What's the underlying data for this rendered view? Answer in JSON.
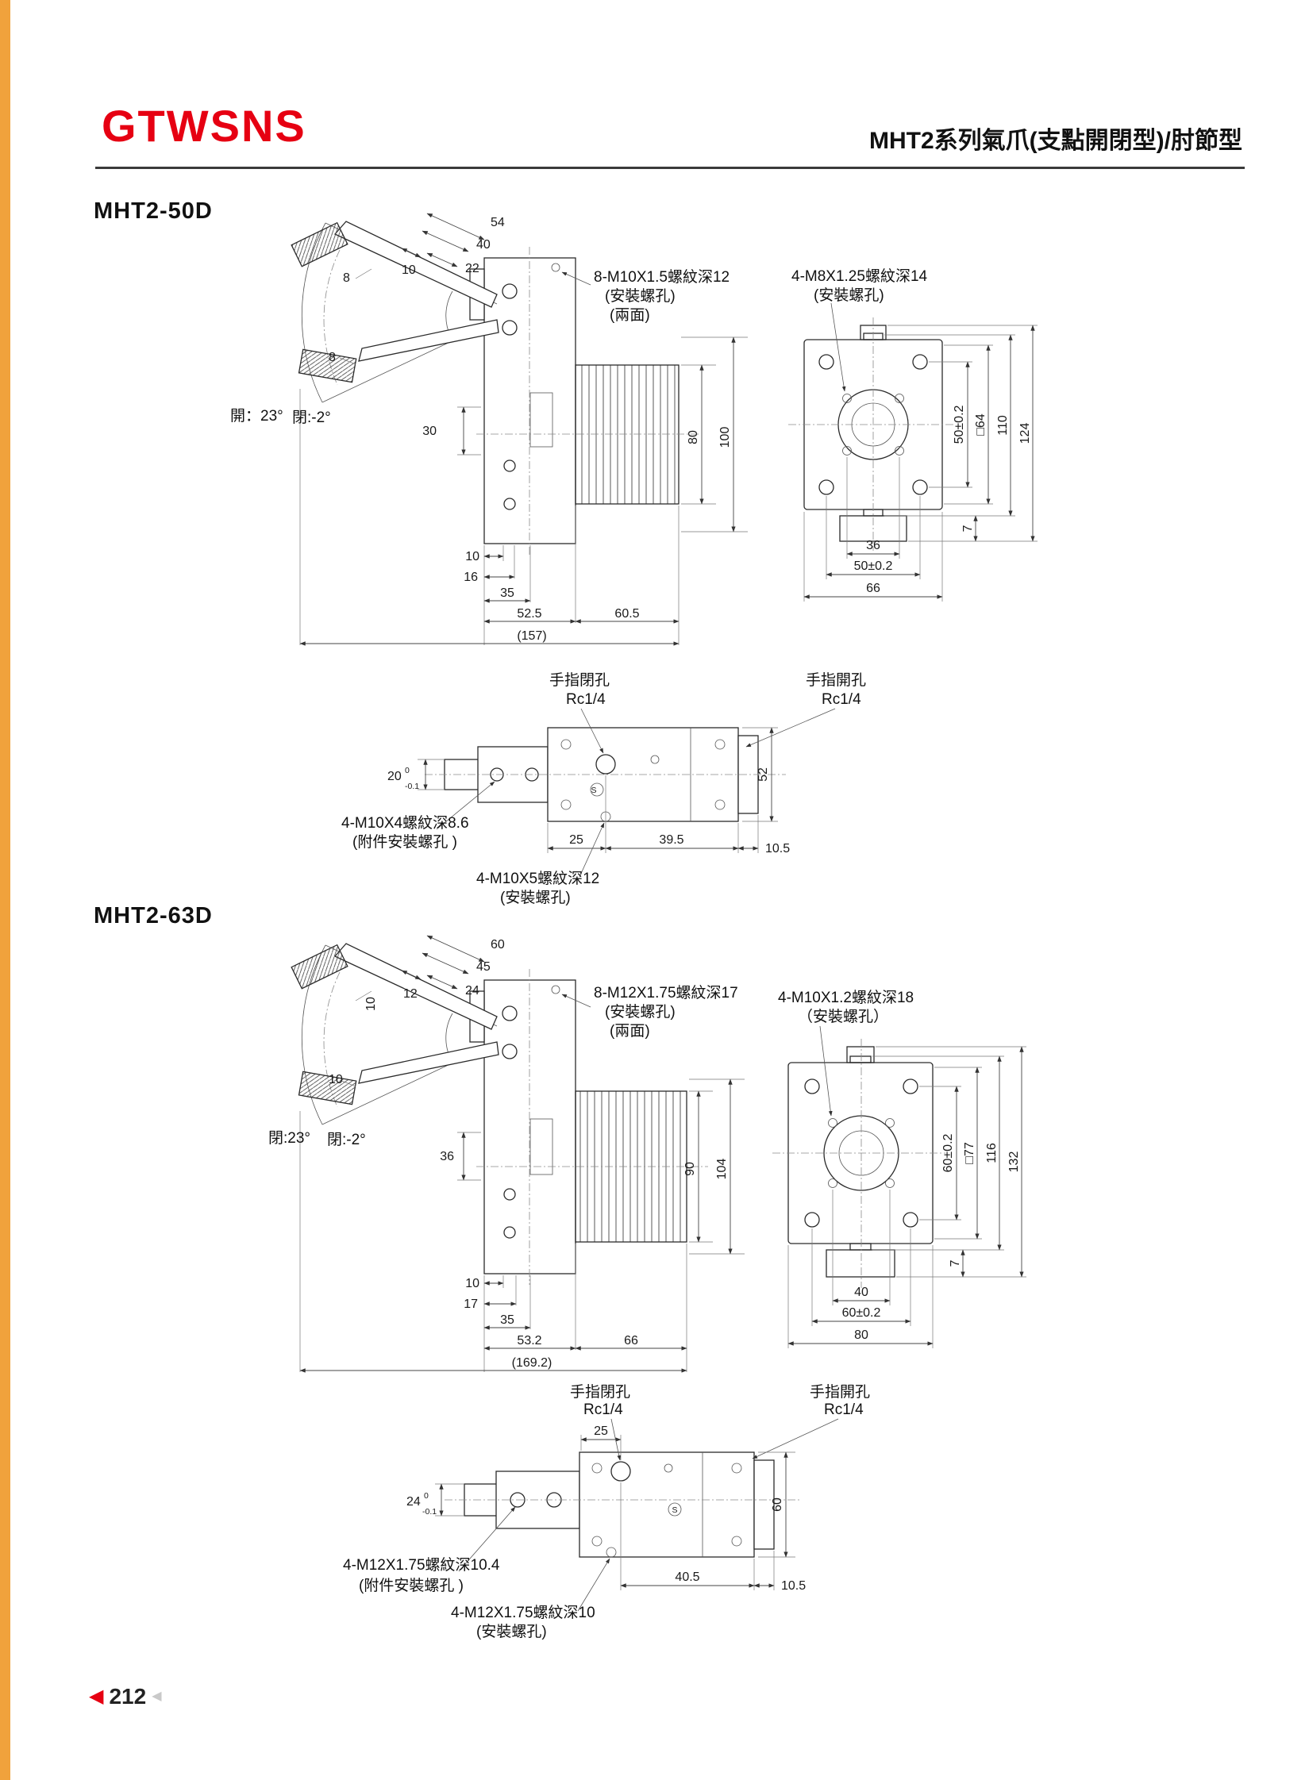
{
  "page": {
    "logo": "GTWSNS",
    "title": "MHT2系列氣爪(支點開閉型)/肘節型",
    "page_number": "212",
    "footer_arrow": "◀"
  },
  "m50": {
    "heading": "MHT2-50D",
    "front": {
      "d54": "54",
      "d40": "40",
      "d22": "22",
      "d10": "10",
      "d8a": "8",
      "d8b": "8",
      "angle_open": "開：23°",
      "angle_close": "閉:-2°",
      "d30": "30",
      "d80": "80",
      "d100": "100",
      "d10b": "10",
      "d16": "16",
      "d35": "35",
      "d52_5": "52.5",
      "d60_5": "60.5",
      "d157": "(157)",
      "note1": "8-M10X1.5螺紋深12",
      "note2": "(安裝螺孔)",
      "note3": "(兩面)"
    },
    "side": {
      "note1": "4-M8X1.25螺紋深14",
      "note2": "(安裝螺孔)",
      "d50v": "50±0.2",
      "d64": "□64",
      "d110": "110",
      "d124": "124",
      "d7": "7",
      "d36": "36",
      "d50h": "50±0.2",
      "d66": "66"
    },
    "top": {
      "port_close": "手指閉孔",
      "port_close_size": "Rc1/4",
      "port_open": "手指開孔",
      "port_open_size": "Rc1/4",
      "tol_main": "20",
      "tol_sup": "0",
      "tol_sub": "-0.1",
      "d52": "52",
      "d25": "25",
      "d39_5": "39.5",
      "d10_5": "10.5",
      "s_mark": "S",
      "note1": "4-M10X4螺紋深8.6",
      "note1b": "(附件安裝螺孔 )",
      "note2": "4-M10X5螺紋深12",
      "note2b": "(安裝螺孔)"
    }
  },
  "m63": {
    "heading": "MHT2-63D",
    "front": {
      "d60": "60",
      "d45": "45",
      "d24": "24",
      "d12": "12",
      "d10a": "10",
      "d10b": "10",
      "angle_open": "閉:23°",
      "angle_close": "閉:-2°",
      "d36": "36",
      "d90": "90",
      "d104": "104",
      "d10c": "10",
      "d17": "17",
      "d35": "35",
      "d53_2": "53.2",
      "d66": "66",
      "d169": "(169.2)",
      "note1": "8-M12X1.75螺紋深17",
      "note2": "(安裝螺孔)",
      "note3": "(兩面)"
    },
    "side": {
      "note1": "4-M10X1.2螺紋深18",
      "note2": "（安裝螺孔）",
      "d60v": "60±0.2",
      "d77": "□77",
      "d116": "116",
      "d132": "132",
      "d7": "7",
      "d40": "40",
      "d60h": "60±0.2",
      "d80": "80"
    },
    "top": {
      "port_close": "手指閉孔",
      "port_close_size": "Rc1/4",
      "d25": "25",
      "port_open": "手指開孔",
      "port_open_size": "Rc1/4",
      "tol_main": "24",
      "tol_sup": "0",
      "tol_sub": "-0.1",
      "d60": "60",
      "d40_5": "40.5",
      "d10_5": "10.5",
      "s_mark": "S",
      "note1": "4-M12X1.75螺紋深10.4",
      "note1b": "(附件安裝螺孔 )",
      "note2": "4-M12X1.75螺紋深10",
      "note2b": "(安裝螺孔)"
    }
  }
}
